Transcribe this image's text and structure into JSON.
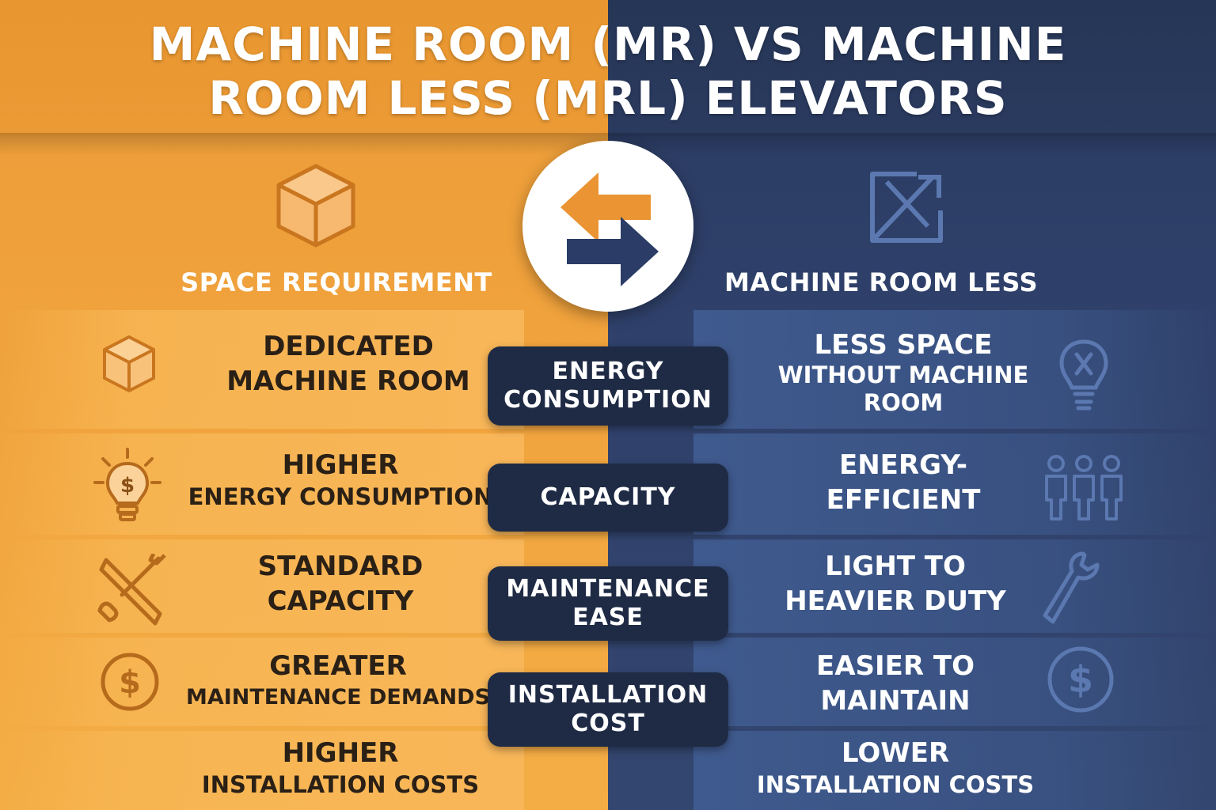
{
  "title": {
    "line1": "MACHINE ROOM (MR) VS MACHINE",
    "line2": "ROOM LESS (MRL) ELEVATORS"
  },
  "left_column": {
    "heading": "SPACE REQUIREMENT",
    "icon": "cube-icon",
    "rows": [
      {
        "icon": "cube-icon",
        "line1": "DEDICATED",
        "line2": "MACHINE ROOM"
      },
      {
        "icon": "lightbulb-dollar-icon",
        "line1": "HIGHER",
        "line2": "ENERGY CONSUMPTION"
      },
      {
        "icon": "tools-icon",
        "line1": "STANDARD",
        "line2": "CAPACITY"
      },
      {
        "icon": "dollar-icon",
        "line1": "GREATER",
        "line2": "MAINTENANCE DEMANDS"
      },
      {
        "icon": "",
        "line1": "HIGHER",
        "line2": "INSTALLATION COSTS"
      }
    ]
  },
  "right_column": {
    "heading": "MACHINE ROOM LESS",
    "icon": "crossed-box-icon",
    "rows": [
      {
        "icon": "lightbulb-x-icon",
        "line1": "LESS SPACE",
        "line2": "WITHOUT MACHINE",
        "line3": "ROOM"
      },
      {
        "icon": "people-icon",
        "line1": "ENERGY-",
        "line2": "EFFICIENT"
      },
      {
        "icon": "wrench-icon",
        "line1": "LIGHT TO",
        "line2": "HEAVIER DUTY"
      },
      {
        "icon": "dollar-icon",
        "line1": "EASIER TO",
        "line2": "MAINTAIN"
      },
      {
        "icon": "",
        "line1": "LOWER",
        "line2": "INSTALLATION COSTS"
      }
    ]
  },
  "criteria": [
    {
      "line1": "ENERGY",
      "line2": "CONSUMPTION"
    },
    {
      "line1": "CAPACITY"
    },
    {
      "line1": "MAINTENANCE",
      "line2": "EASE"
    },
    {
      "line1": "INSTALLATION",
      "line2": "COST"
    }
  ],
  "center_icon": "swap-arrows-icon",
  "colors": {
    "orange": "#f0a23c",
    "navy": "#2f416b",
    "pill": "#1f2b45",
    "icon_orange": "#c9761f",
    "icon_blue": "#5b78b0"
  }
}
